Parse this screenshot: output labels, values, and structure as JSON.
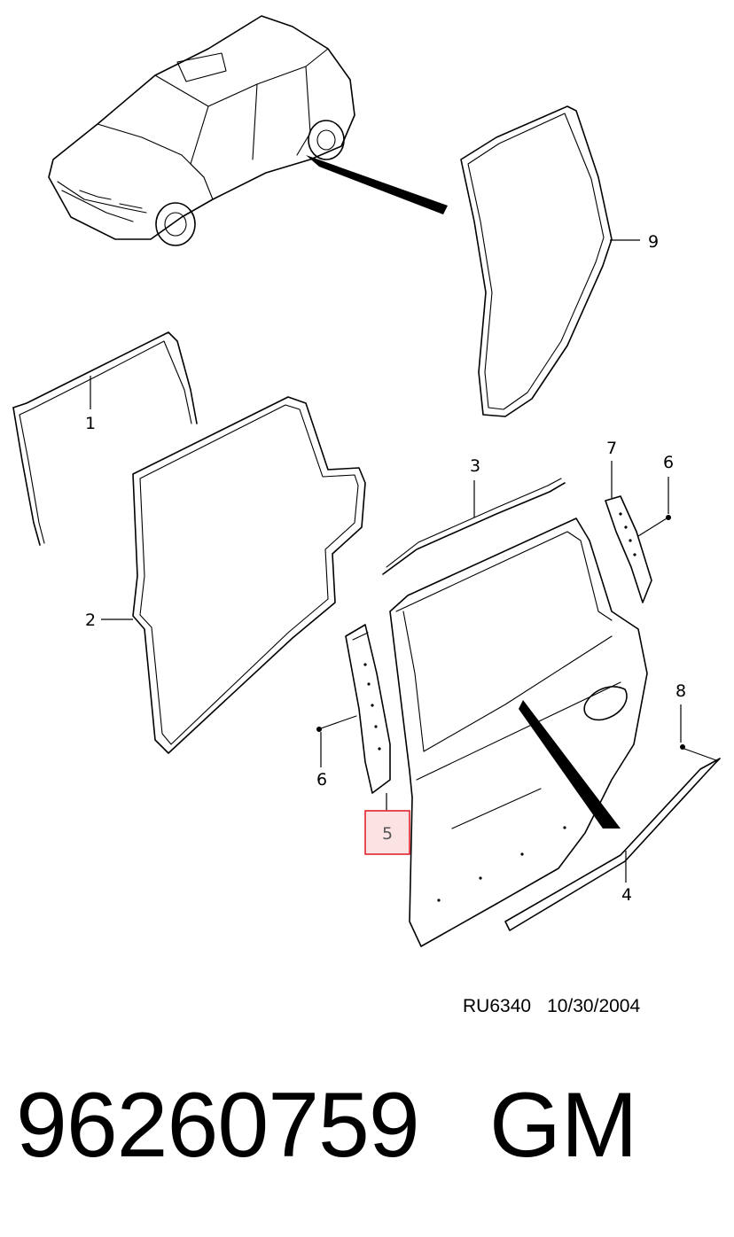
{
  "diagram": {
    "callouts": [
      {
        "id": "1",
        "label": "1"
      },
      {
        "id": "2",
        "label": "2"
      },
      {
        "id": "3",
        "label": "3"
      },
      {
        "id": "4",
        "label": "4"
      },
      {
        "id": "5",
        "label": "5",
        "highlighted": true
      },
      {
        "id": "6a",
        "label": "6"
      },
      {
        "id": "6b",
        "label": "6"
      },
      {
        "id": "7",
        "label": "7"
      },
      {
        "id": "8",
        "label": "8"
      },
      {
        "id": "9",
        "label": "9"
      }
    ],
    "highlight_color": "#e0242c",
    "highlight_fill": "#fbe3e4"
  },
  "reference": {
    "code": "RU6340",
    "date": "10/30/2004"
  },
  "footer": {
    "part_number": "96260759",
    "brand": "GM"
  }
}
